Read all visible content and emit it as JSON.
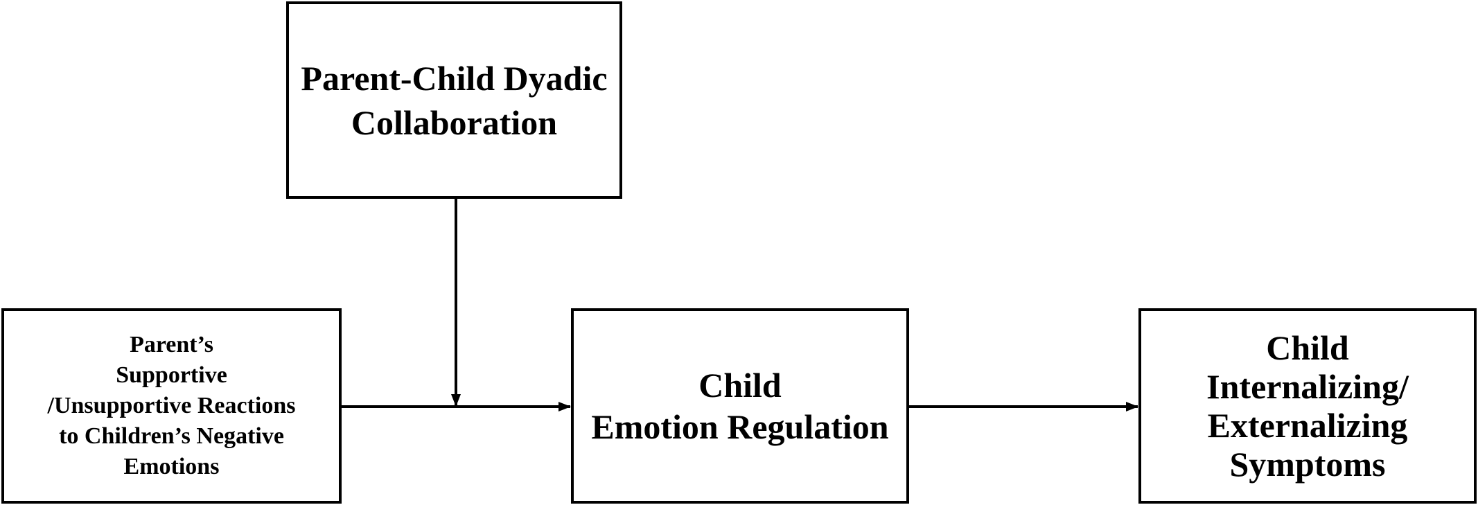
{
  "diagram": {
    "nodes": {
      "moderator": {
        "label": "Parent-Child Dyadic\nCollaboration"
      },
      "parent_reactions": {
        "label": "Parent’s\nSupportive\n/Unsupportive Reactions\nto Children’s Negative\nEmotions"
      },
      "emotion_regulation": {
        "label": "Child\nEmotion Regulation"
      },
      "symptoms": {
        "label": "Child\nInternalizing/\nExternalizing\nSymptoms"
      }
    },
    "edges": [
      {
        "from": "parent_reactions",
        "to": "emotion_regulation"
      },
      {
        "from": "emotion_regulation",
        "to": "symptoms"
      },
      {
        "from": "moderator",
        "to": "parent_reactions->emotion_regulation"
      }
    ],
    "colors": {
      "stroke": "#000000",
      "background": "#ffffff"
    }
  }
}
